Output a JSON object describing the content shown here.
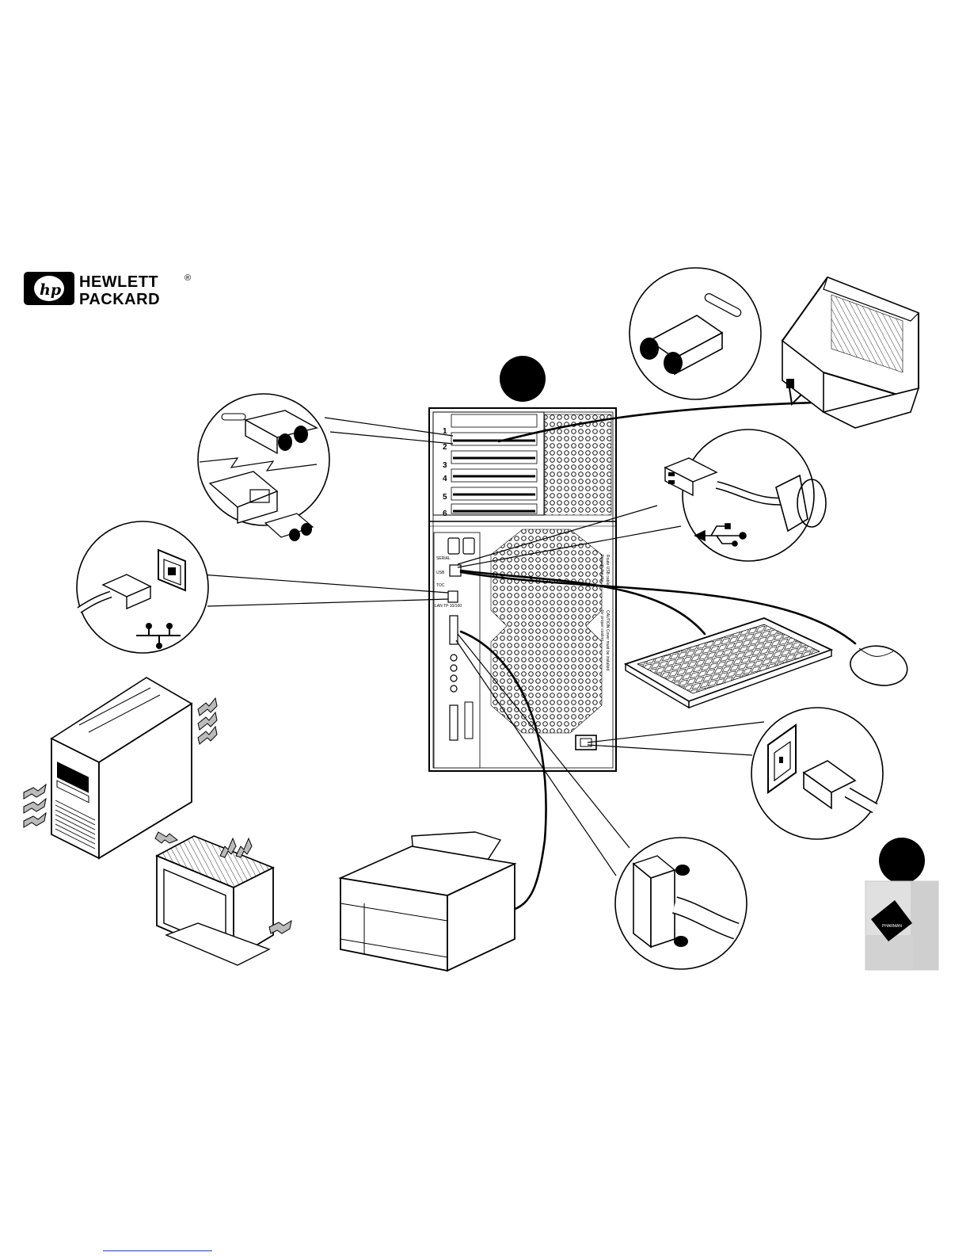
{
  "brand": {
    "line1": "HEWLETT",
    "line2": "PACKARD",
    "registered": "®",
    "logo_monogram": "hp"
  },
  "chassis": {
    "slot_numbers": [
      "1",
      "2",
      "3",
      "4",
      "5",
      "6"
    ],
    "port_labels": {
      "serial": "SERIAL",
      "usb": "USB",
      "toc": "TOC",
      "lan": "LAN TP 10/100"
    },
    "caution_lines": [
      "CAUTION  Cover must be installed",
      "for proper cooling."
    ],
    "cable_label_line1": "Route USB cable",
    "cable_label_line2": "through the clip"
  },
  "software_box": {
    "badge_text": "PHARMAN"
  },
  "icons": [
    "hp-logo-icon",
    "monitor-connector-icon",
    "usb-connector-icon",
    "usb-symbol-icon",
    "lan-rj45-icon",
    "network-symbol-icon",
    "video-adapter-icon",
    "power-connector-icon",
    "scsi-connector-icon",
    "airflow-arrow-icon"
  ],
  "colors": {
    "ink": "#000000",
    "paper": "#ffffff",
    "gray": "#d9d9d9",
    "link": "#1a3fd6"
  }
}
